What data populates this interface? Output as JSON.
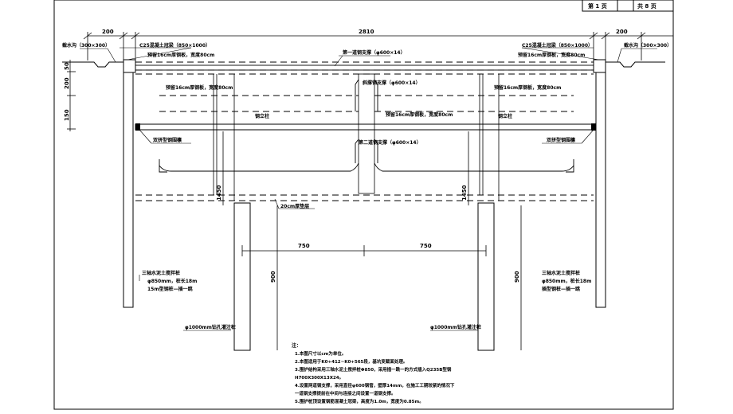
{
  "page_header": {
    "current": "第 1 页",
    "total": "共 8 页"
  },
  "dimensions": {
    "left_width": "200",
    "total_width": "2810",
    "right_width": "200",
    "left_h1": "50",
    "left_h2": "200",
    "left_h3": "150",
    "pile_left": "1450",
    "pile_right": "1450",
    "half_left": "750",
    "half_right": "750",
    "embed_left": "900",
    "embed_right": "900"
  },
  "labels": {
    "ditch_left": "截水沟（300×300）",
    "ditch_right": "截水沟（300×300）",
    "beam_left": "C25混凝土冠梁（850×1000）",
    "beam_right": "C25混凝土冠梁（850×1000）",
    "slab_left_top": "预留16cm厚钢板，宽度80cm",
    "slab_right_top": "预留16cm厚钢板，宽度80cm",
    "strut1": "第一道钢支撑（φ600×14）",
    "strut_mid": "斜撑钢支撑（φ600×14）",
    "slab_left_mid": "预留16cm厚钢板，宽度80cm",
    "slab_right_mid": "预留16cm厚钢板，宽度80cm",
    "slab_center": "预留16cm厚钢板，宽度80cm",
    "col_left": "钢立柱",
    "col_right": "钢立柱",
    "wale_left": "双拼型钢围檩",
    "wale_right": "双拼型钢围檩",
    "strut2": "第二道钢支撑（φ600×14）",
    "cushion": "20cm厚垫层",
    "mix_left_1": "三轴水泥土搅拌桩",
    "mix_left_2": "φ850mm，桩长18m",
    "mix_left_3": "15m型钢桩—插一跳",
    "mix_right_1": "三轴水泥土搅拌桩",
    "mix_right_2": "φ850mm，桩长18m",
    "mix_right_3": "插型钢桩—插一跳",
    "pile_left_label": "φ1000mm钻孔灌注桩",
    "pile_right_label": "φ1000mm钻孔灌注桩"
  },
  "notes": {
    "title": "注：",
    "lines": [
      "1.本图尺寸以cm为单位。",
      "2.本图适用于K0+412~K0+565段，基坑变截面处理。",
      "3.围护结构采用三轴水泥土搅拌桩Φ850，采用插一跳一的方式插入Q235B型钢",
      "H700X300X13X24。",
      "4.设置两道钢支撑，采用直径φ600钢管，壁厚14mm，在施工工期较紧的情况下",
      "一道钢支撑提前在中间与连接之间设置一道钢支撑。",
      "5.围护桩顶设置钢筋混凝土冠梁，高度为1.0m，宽度为0.85m。"
    ]
  }
}
